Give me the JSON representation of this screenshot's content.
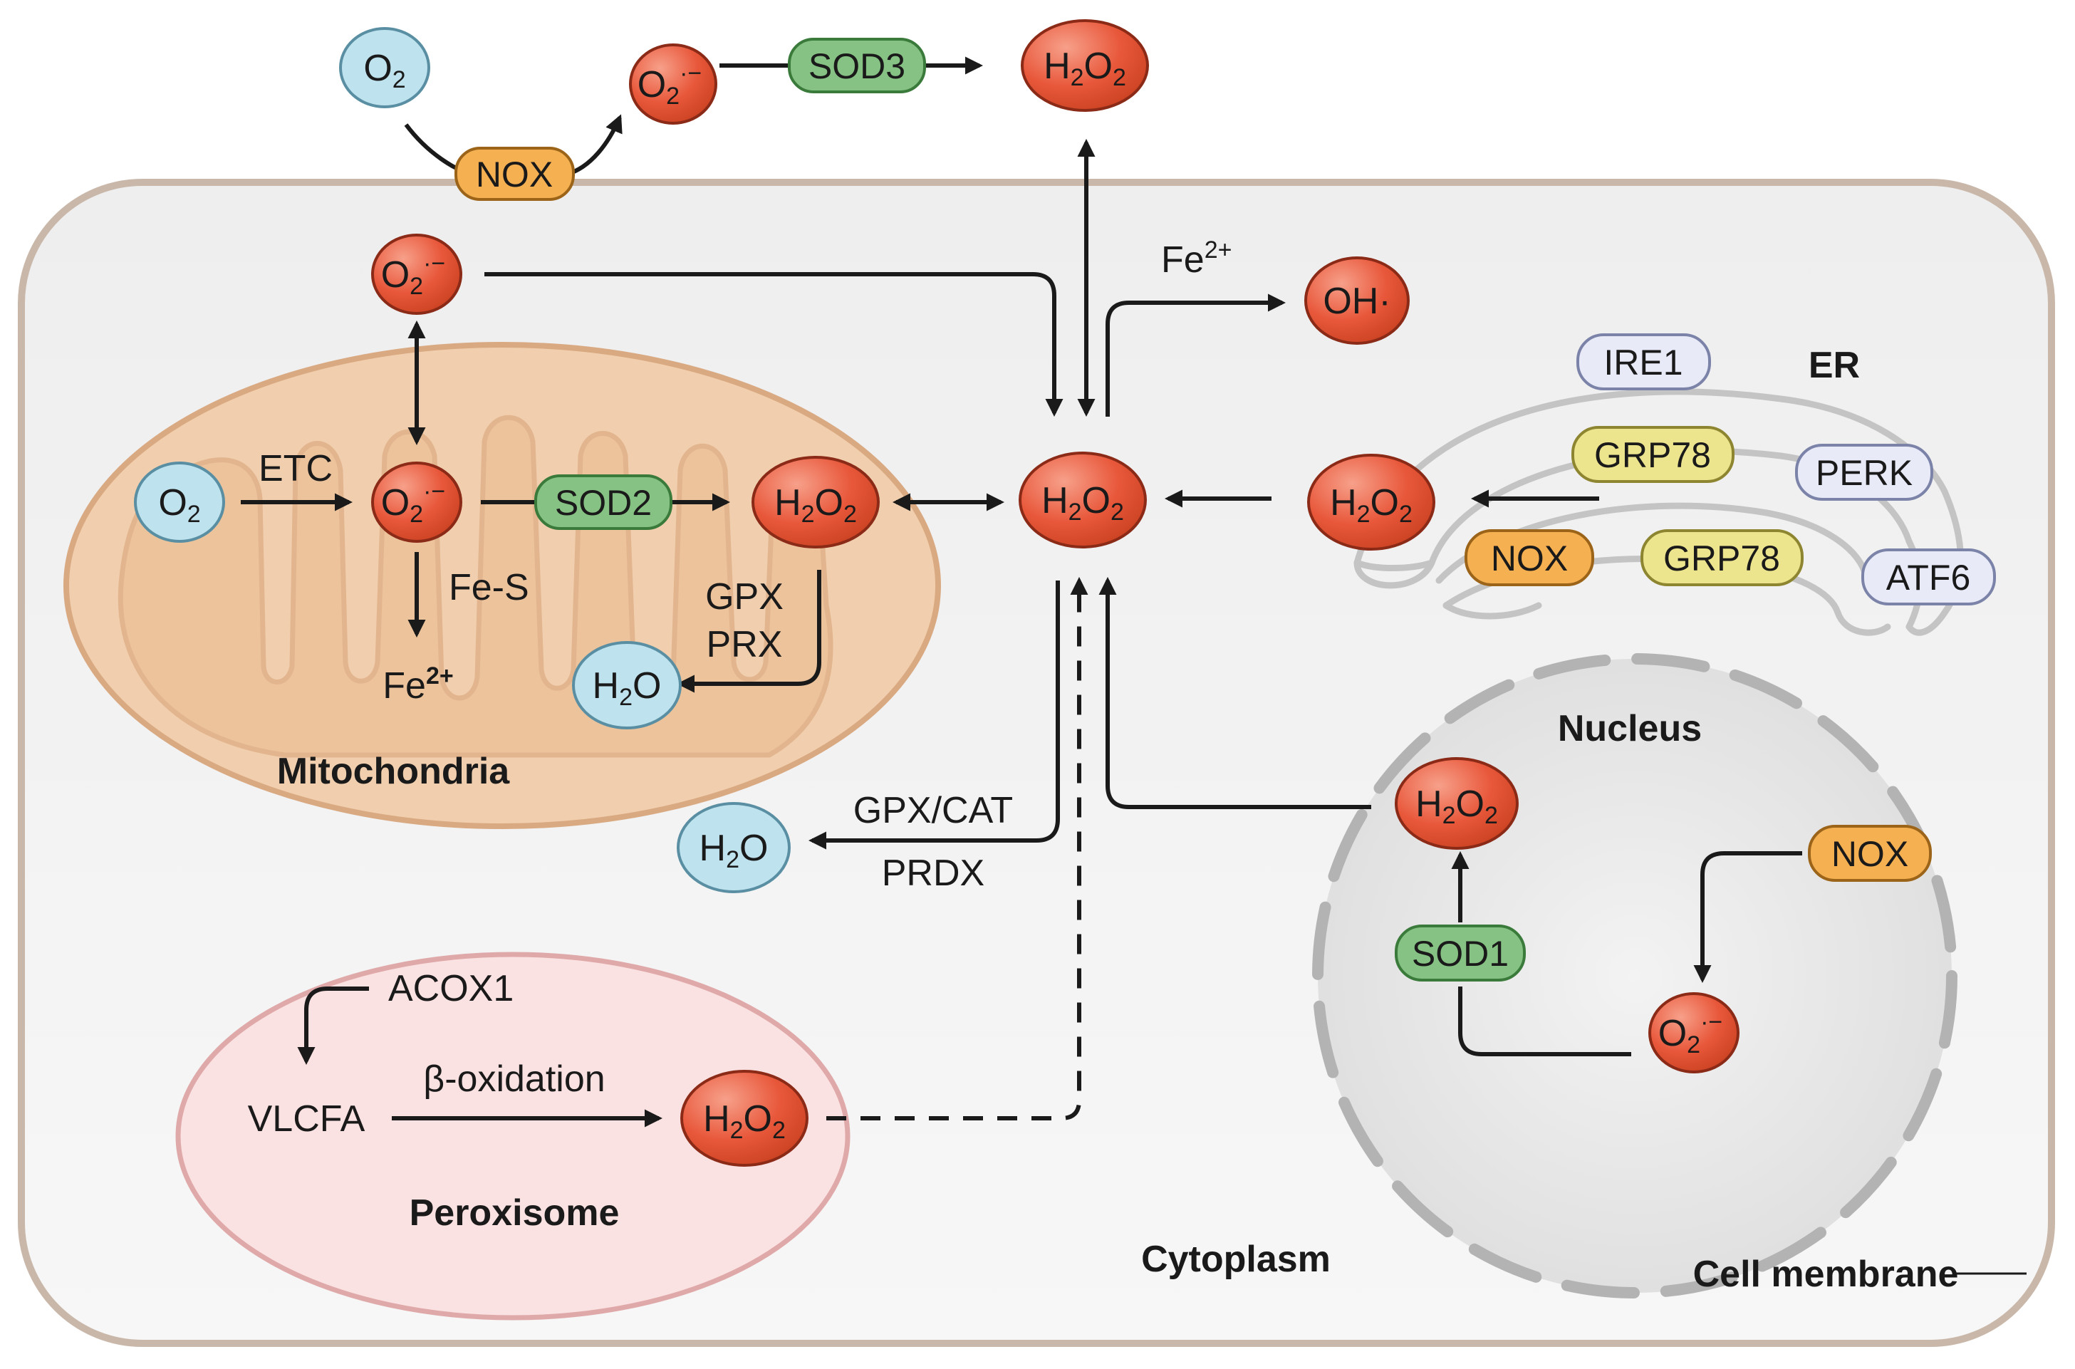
{
  "colors": {
    "ros_fill": "#e8573a",
    "ros_stroke": "#8a2a17",
    "o2_fill": "#bfe3ee",
    "o2_stroke": "#5a8fa3",
    "sod_fill": "#86c283",
    "sod_stroke": "#3a7a3a",
    "nox_fill": "#f5b052",
    "nox_stroke": "#9c6418",
    "grp_fill": "#ede58e",
    "grp_stroke": "#8d8530",
    "er_protein_fill": "#e8eaf8",
    "er_protein_stroke": "#7c83a8",
    "mito_fill": "#f1cfae",
    "mito_stroke": "#d9a982",
    "perox_fill": "#fbe2e2",
    "perox_stroke": "#e0a9a9",
    "nucleus_fill": "#e6e6e6",
    "cell_fill": "#efefef",
    "cell_stroke": "#c9b8aa"
  },
  "compartments": {
    "mitochondria": "Mitochondria",
    "peroxisome": "Peroxisome",
    "nucleus": "Nucleus",
    "er": "ER",
    "cytoplasm": "Cytoplasm",
    "cell_membrane": "Cell membrane"
  },
  "molecules": {
    "o2_base": "O",
    "o2_sub": "2",
    "superoxide_base": "O",
    "superoxide_sub": "2",
    "superoxide_sup": "·−",
    "h2o2_h": "H",
    "h2o2_sub1": "2",
    "h2o2_o": "O",
    "h2o2_sub2": "2",
    "h2o_h": "H",
    "h2o_sub": "2",
    "h2o_o": "O",
    "hydroxyl": "OH·"
  },
  "enzymes": {
    "nox": "NOX",
    "sod1": "SOD1",
    "sod2": "SOD2",
    "sod3": "SOD3",
    "grp78": "GRP78",
    "ire1": "IRE1",
    "perk": "PERK",
    "atf6": "ATF6"
  },
  "labels": {
    "etc": "ETC",
    "fe_s": "Fe-S",
    "fe_base": "Fe",
    "fe_sup": "2+",
    "gpx": "GPX",
    "prx": "PRX",
    "gpx_cat": "GPX/CAT",
    "prdx": "PRDX",
    "acox1": "ACOX1",
    "vlcfa": "VLCFA",
    "beta_oxidation": "β-oxidation"
  }
}
